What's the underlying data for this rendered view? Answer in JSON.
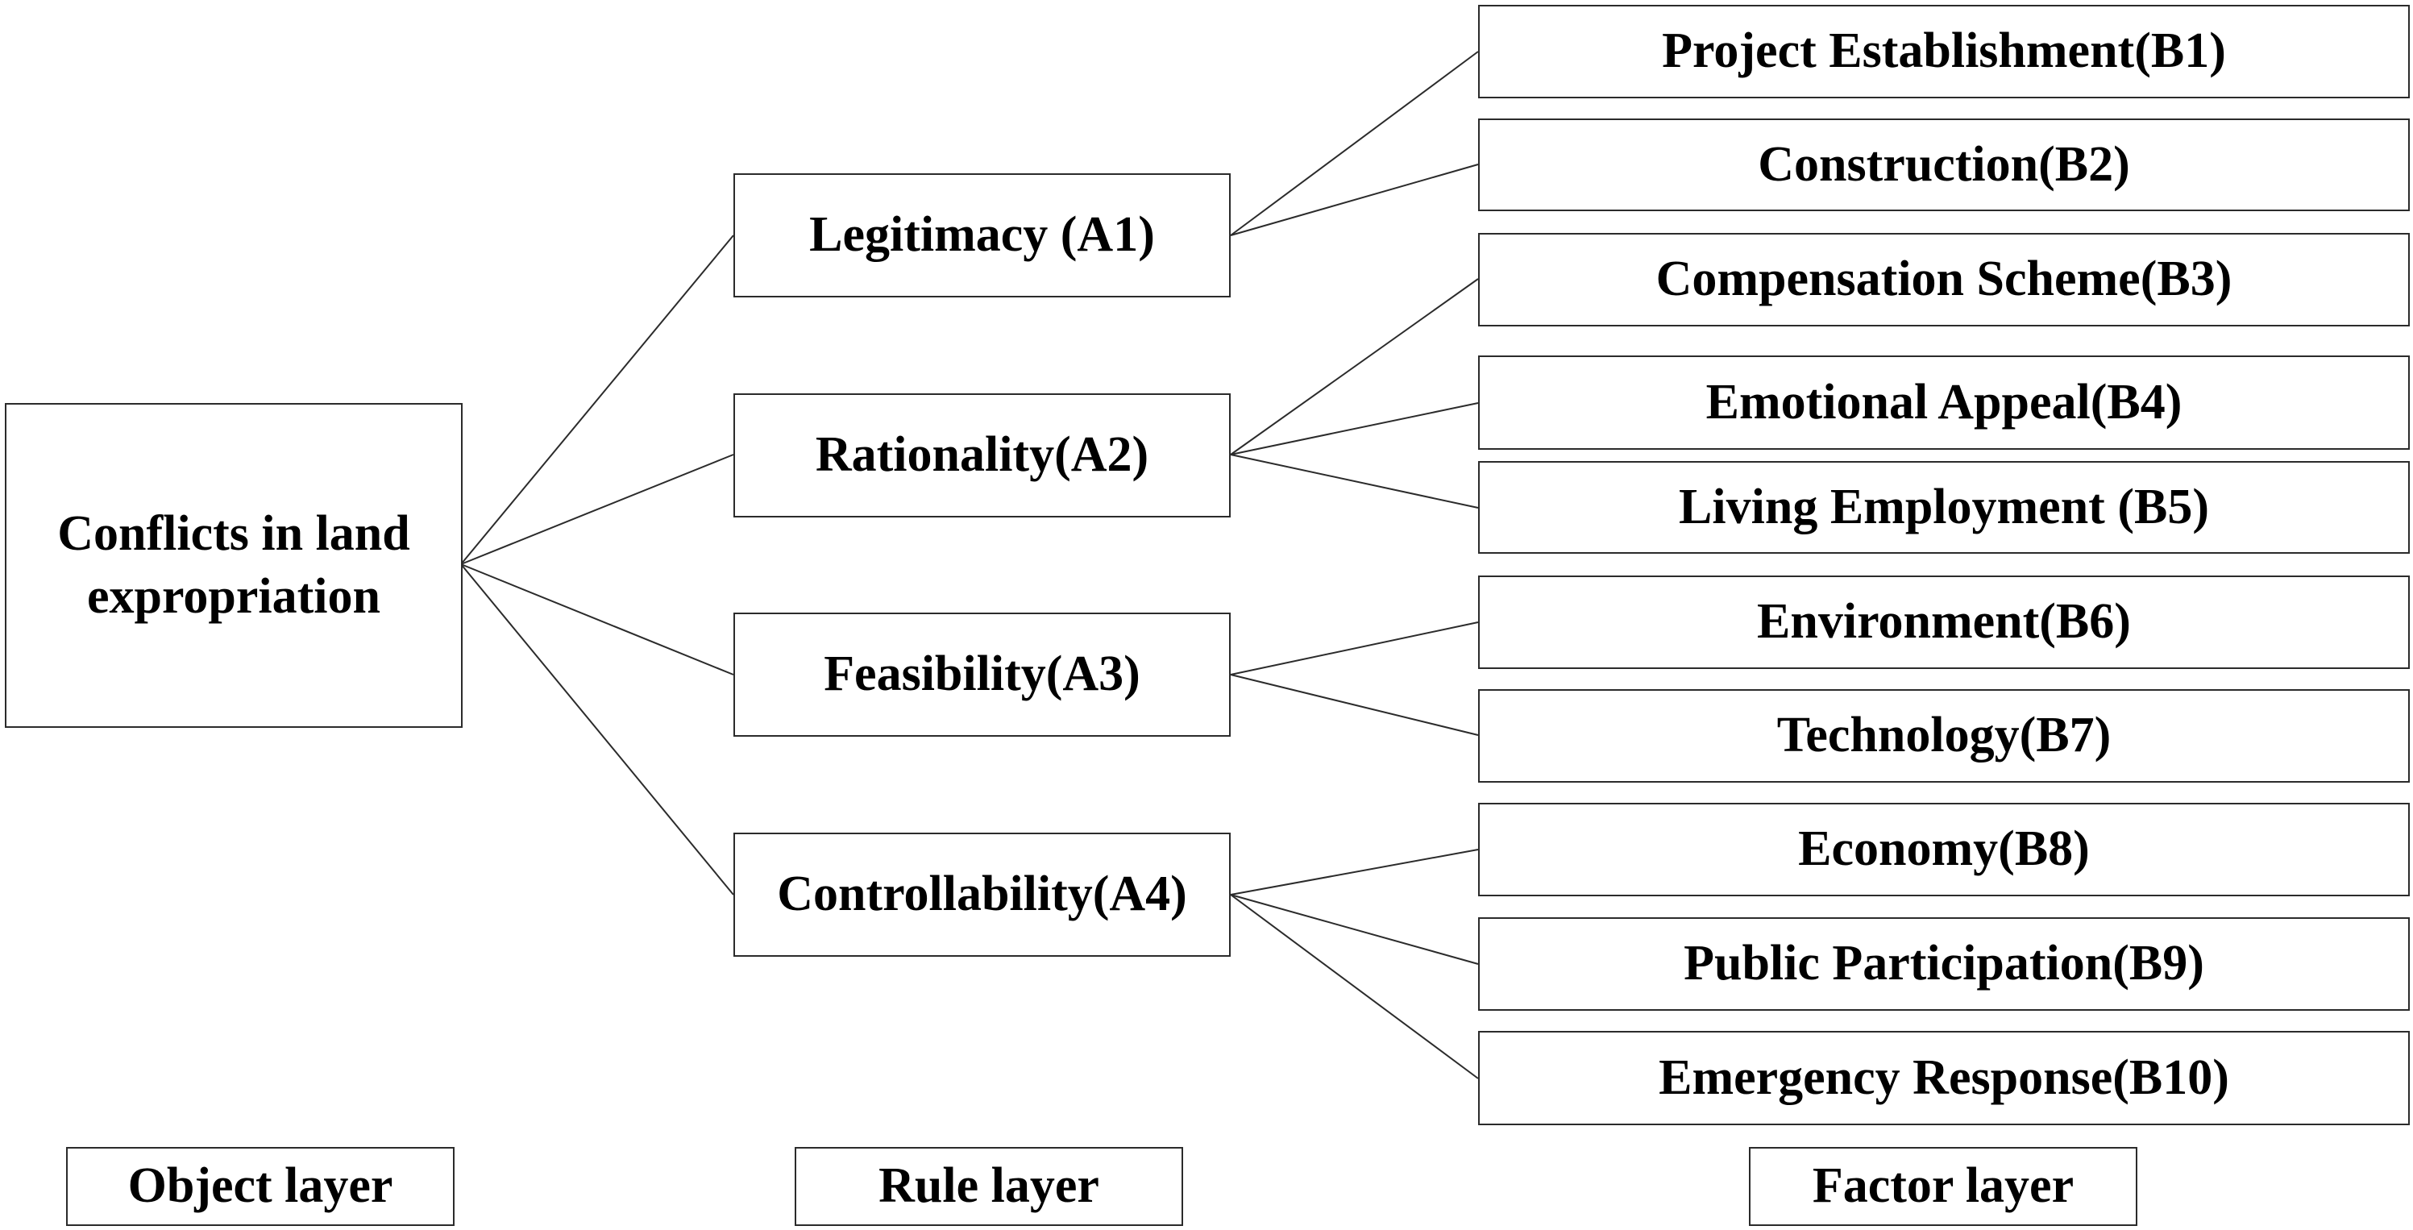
{
  "object": {
    "label": "Conflicts in land expropriation"
  },
  "rules": [
    {
      "label": "Legitimacy (A1)"
    },
    {
      "label": "Rationality(A2)"
    },
    {
      "label": "Feasibility(A3)"
    },
    {
      "label": "Controllability(A4)"
    }
  ],
  "factors": [
    {
      "label": "Project Establishment(B1)"
    },
    {
      "label": "Construction(B2)"
    },
    {
      "label": "Compensation Scheme(B3)"
    },
    {
      "label": "Emotional Appeal(B4)"
    },
    {
      "label": "Living Employment (B5)"
    },
    {
      "label": "Environment(B6)"
    },
    {
      "label": "Technology(B7)"
    },
    {
      "label": "Economy(B8)"
    },
    {
      "label": "Public Participation(B9)"
    },
    {
      "label": "Emergency Response(B10)"
    }
  ],
  "layers": {
    "object": "Object layer",
    "rule": "Rule layer",
    "factor": "Factor layer"
  }
}
